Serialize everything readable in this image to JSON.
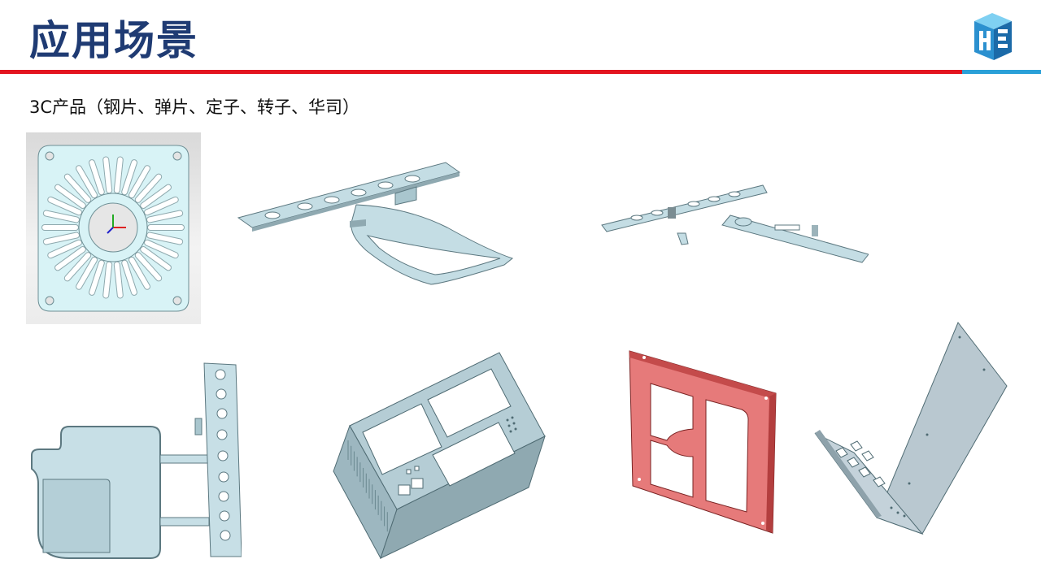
{
  "header": {
    "title": "应用场景",
    "accent_red": "#e3151f",
    "accent_blue": "#2aa0d8",
    "title_color": "#1f3b73",
    "logo_icon": "company-cube-logo-icon"
  },
  "content": {
    "subtitle": "3C产品（钢片、弹片、定子、转子、华司）"
  },
  "images": [
    {
      "name": "stator-lamination-image",
      "part_color": "#cfeef0"
    },
    {
      "name": "bracket-frame-image",
      "part_color": "#b9d2da"
    },
    {
      "name": "spring-strip-image",
      "part_color": "#b9d2da"
    },
    {
      "name": "perforated-strip-plate-image",
      "part_color": "#b9d2da"
    },
    {
      "name": "enclosure-box-image",
      "part_color": "#a9c3cc"
    },
    {
      "name": "red-frame-part-image",
      "part_color": "#e86b6b"
    },
    {
      "name": "l-bracket-plate-image",
      "part_color": "#aab9c3"
    }
  ]
}
